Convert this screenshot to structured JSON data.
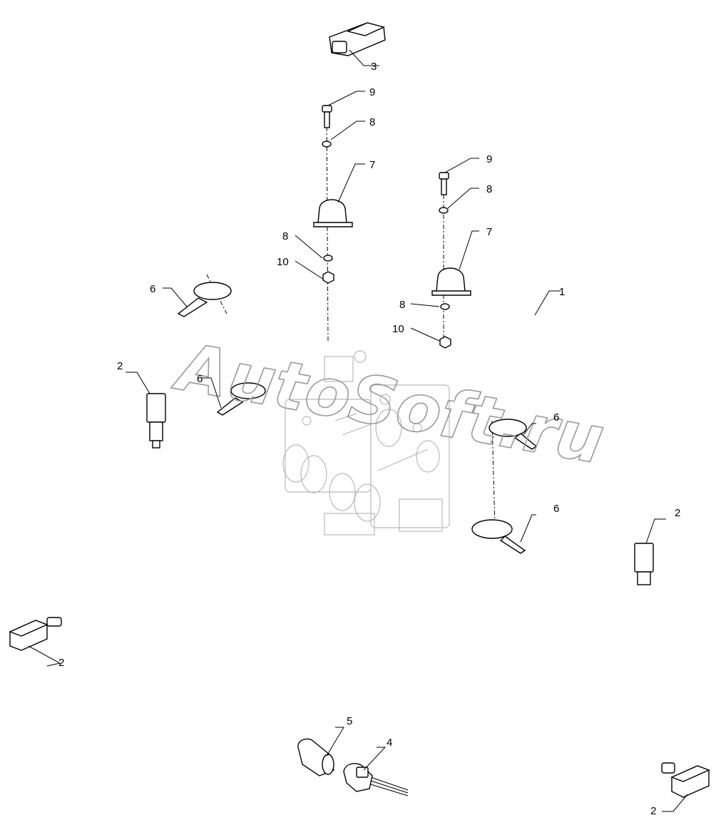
{
  "watermark": "AutoSoft.ru",
  "callouts": {
    "c1": "1",
    "c2a": "2",
    "c2b": "2",
    "c2c": "2",
    "c2d": "2",
    "c3": "3",
    "c4": "4",
    "c5": "5",
    "c6a": "6",
    "c6b": "6",
    "c6c": "6",
    "c6d": "6",
    "c7a": "7",
    "c7b": "7",
    "c8a": "8",
    "c8b": "8",
    "c8c": "8",
    "c8d": "8",
    "c9a": "9",
    "c9b": "9",
    "c10a": "10",
    "c10b": "10"
  }
}
